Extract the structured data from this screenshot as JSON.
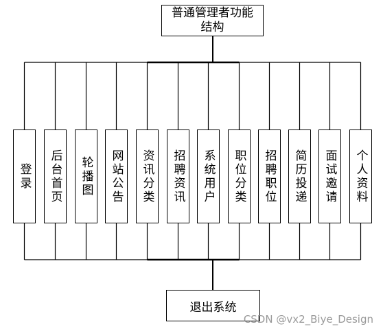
{
  "diagram": {
    "root": "普通管理者功能结构",
    "modules": [
      "登录",
      "后台首页",
      "轮播图",
      "网站公告",
      "资讯分类",
      "招聘资讯",
      "系统用户",
      "职位分类",
      "招聘职位",
      "简历投递",
      "面试邀请",
      "个人资料"
    ],
    "exit": "退出系统"
  },
  "watermark": "CSDN @vx2_Biye_Design"
}
